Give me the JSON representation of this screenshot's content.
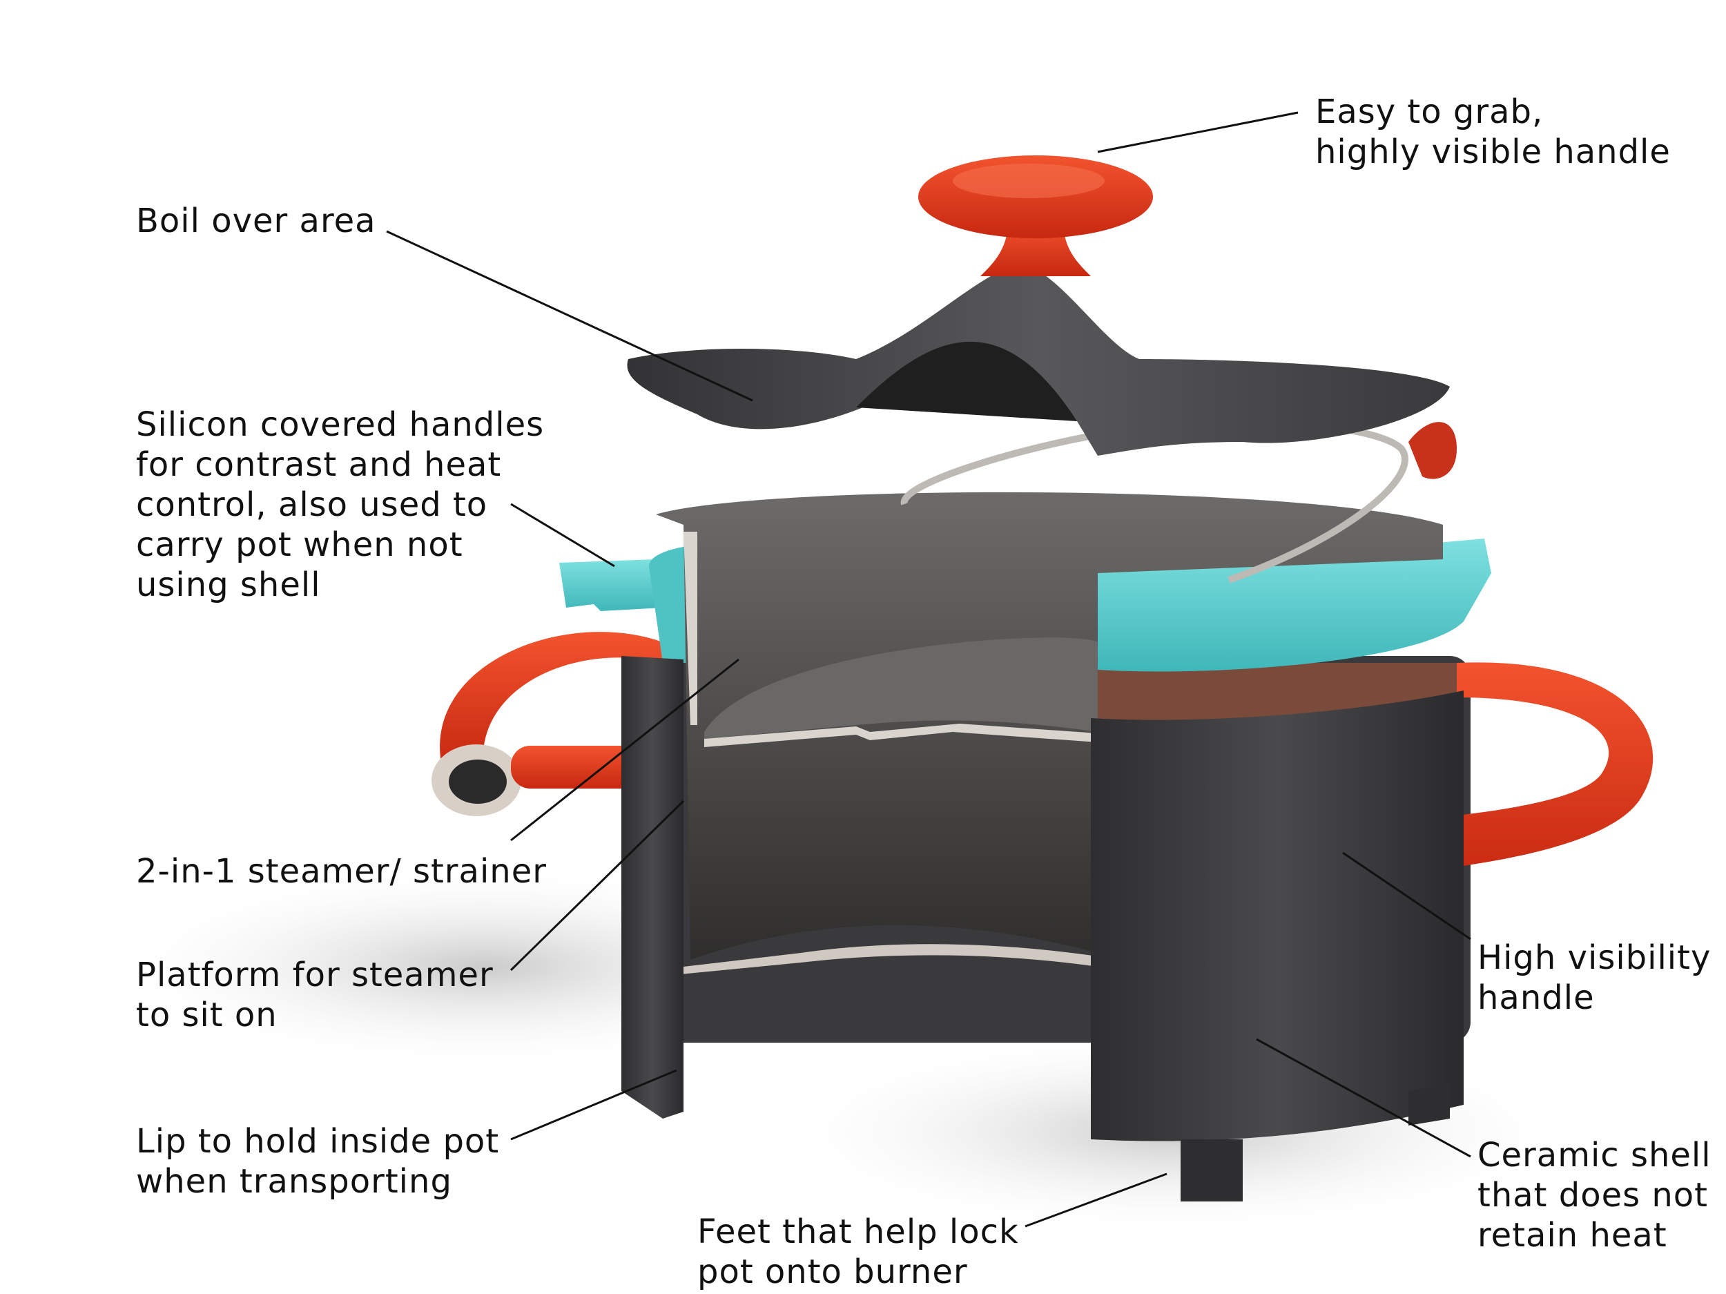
{
  "labels": {
    "boil_over": "Boil over area",
    "easy_grab": "Easy to grab,\nhighly visible handle",
    "silicon_handles": "Silicon covered handles\nfor contrast and heat\ncontrol, also used to\ncarry pot when not\nusing shell",
    "steamer_strainer": "2-in-1 steamer/ strainer",
    "platform": "Platform for steamer\nto sit on",
    "lip": "Lip to hold inside pot\nwhen transporting",
    "feet": "Feet that help lock\npot onto burner",
    "high_visibility": "High visibility\nhandle",
    "ceramic_shell": "Ceramic shell\nthat does not\nretain heat"
  },
  "colors": {
    "handle_red": "#e8361b",
    "silicone_teal": "#5ccfcf",
    "shell_dark": "#3d3d3f",
    "metal": "#8c8a88",
    "leader": "#111111"
  }
}
